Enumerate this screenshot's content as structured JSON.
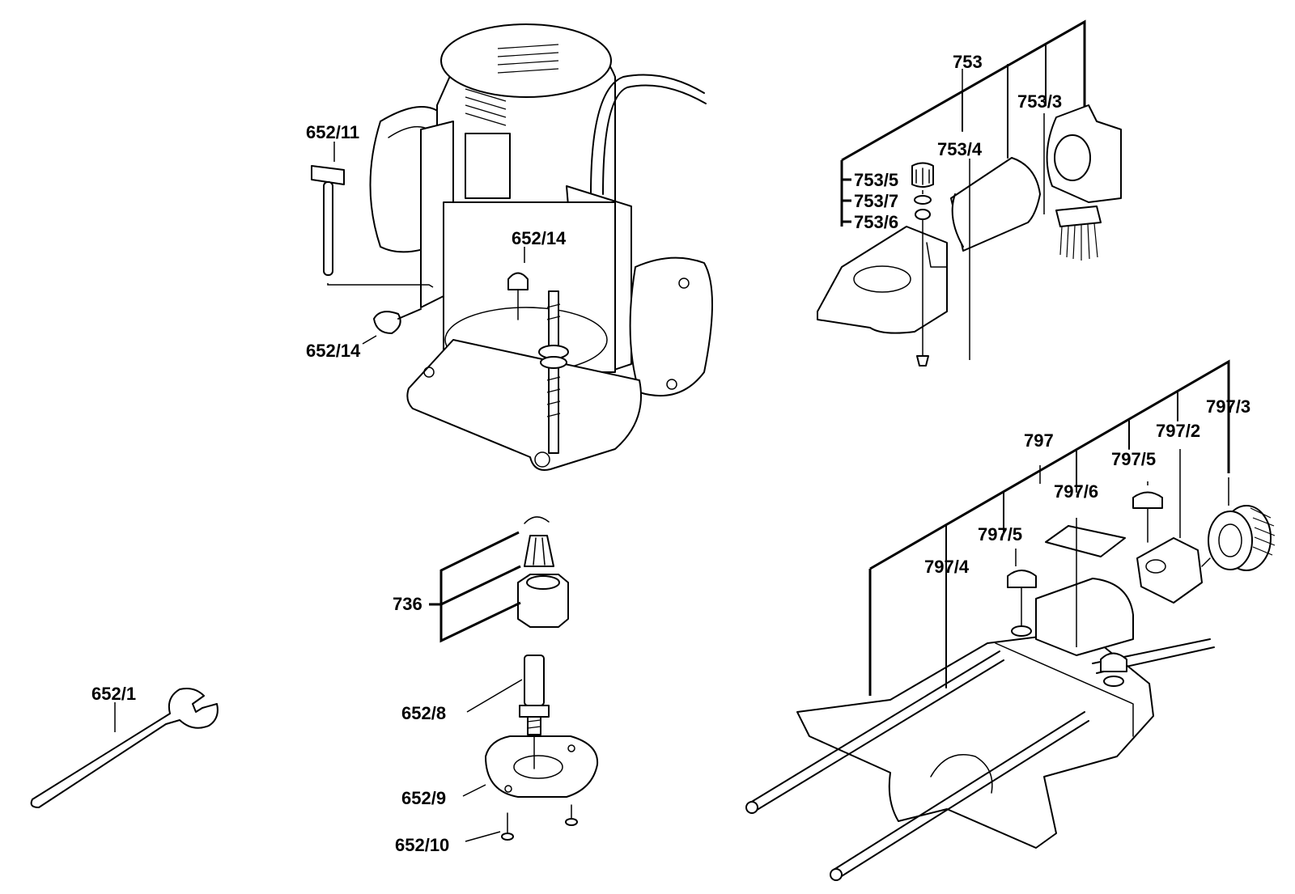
{
  "labels": {
    "l652_11": "652/11",
    "l652_14a": "652/14",
    "l652_14b": "652/14",
    "l753": "753",
    "l753_3": "753/3",
    "l753_4": "753/4",
    "l753_5": "753/5",
    "l753_7": "753/7",
    "l753_6": "753/6",
    "l736": "736",
    "l652_8": "652/8",
    "l652_9": "652/9",
    "l652_10": "652/10",
    "l652_1": "652/1",
    "l797": "797",
    "l797_3": "797/3",
    "l797_2": "797/2",
    "l797_5a": "797/5",
    "l797_6": "797/6",
    "l797_5b": "797/5",
    "l797_4": "797/4"
  }
}
